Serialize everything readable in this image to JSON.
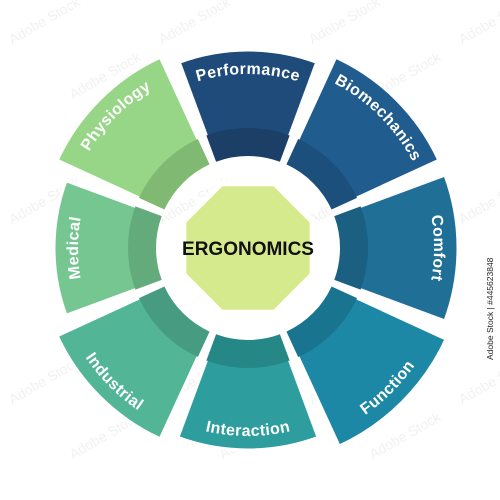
{
  "diagram": {
    "center": {
      "label": "ERGONOMICS",
      "color": "#d5ea8c"
    },
    "segments": [
      {
        "label": "Performance",
        "color": "#1f4b7a",
        "inner": "#1b3f66"
      },
      {
        "label": "Biomechanics",
        "color": "#215c8e",
        "inner": "#1c4f7b"
      },
      {
        "label": "Comfort",
        "color": "#1f6f96",
        "inner": "#1b5f81"
      },
      {
        "label": "Function",
        "color": "#1d87a6",
        "inner": "#19758f"
      },
      {
        "label": "Interaction",
        "color": "#2d9d9d",
        "inner": "#268787"
      },
      {
        "label": "Industrial",
        "color": "#52b596",
        "inner": "#469b80"
      },
      {
        "label": "Medical",
        "color": "#76c691",
        "inner": "#63ab7b"
      },
      {
        "label": "Physiology",
        "color": "#97d687",
        "inner": "#80b971"
      }
    ]
  },
  "credit": {
    "text": "Adobe Stock | #445623848"
  },
  "watermark": {
    "text": "Adobe Stock"
  }
}
